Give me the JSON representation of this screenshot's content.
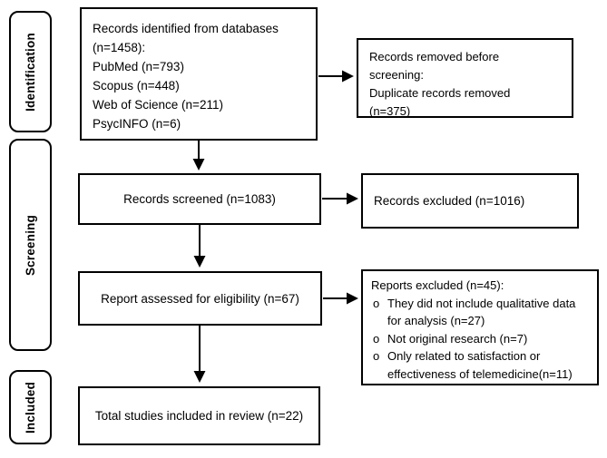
{
  "stages": [
    {
      "label": "Identification"
    },
    {
      "label": "Screening"
    },
    {
      "label": "Included"
    }
  ],
  "flow": {
    "identified": {
      "lines": [
        "Records identified from databases",
        "(n=1458):",
        "PubMed (n=793)",
        "Scopus (n=448)",
        "Web of Science (n=211)",
        "PsycINFO (n=6)"
      ]
    },
    "screened": {
      "label": "Records screened (n=1083)"
    },
    "assessed": {
      "label": "Report assessed for eligibility (n=67)"
    },
    "included": {
      "label": "Total studies included in review (n=22)"
    }
  },
  "side": {
    "removed": {
      "lines": [
        "Records removed before",
        "screening:",
        "Duplicate records removed",
        "(n=375)"
      ]
    },
    "records_excluded": {
      "label": "Records excluded (n=1016)"
    },
    "reports_excluded": {
      "title": "Reports excluded (n=45):",
      "bullet_marker": "o",
      "items": [
        "They did not include qualitative data for analysis (n=27)",
        "Not original research (n=7)",
        "Only related to satisfaction or effectiveness of telemedicine(n=11)"
      ]
    }
  },
  "colors": {
    "line": "#000000",
    "background": "#ffffff",
    "text": "#000000"
  }
}
